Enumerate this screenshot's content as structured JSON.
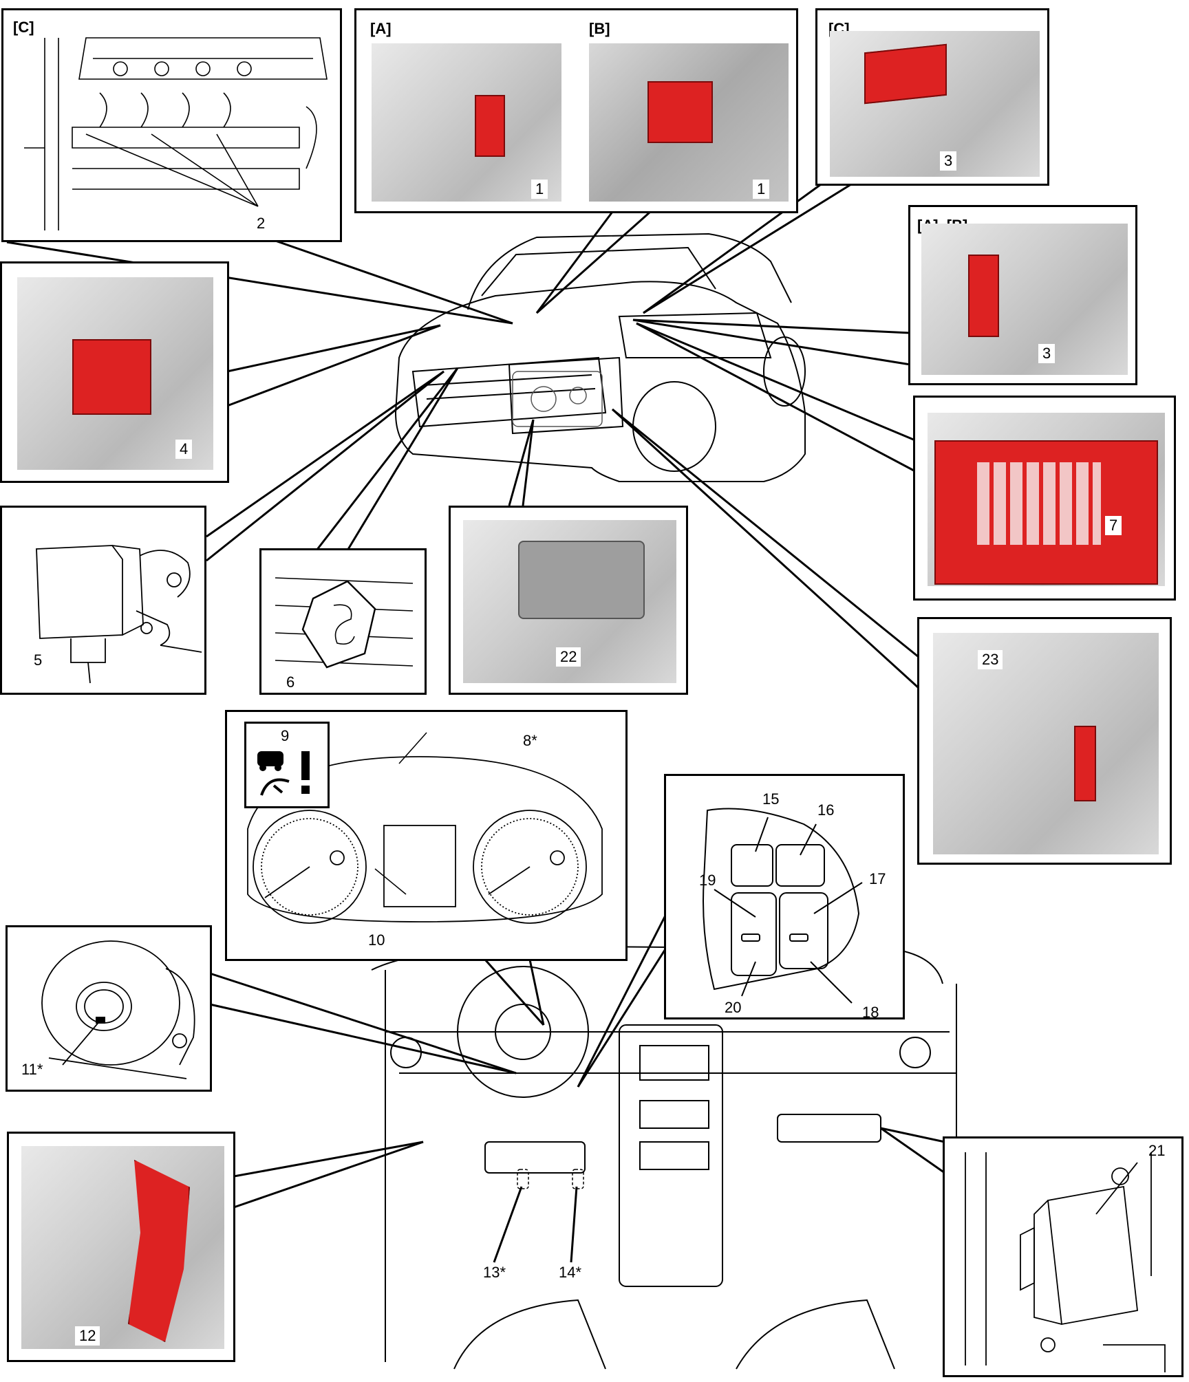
{
  "panel_tags": {
    "c_top_left": "[C]",
    "a_top": "[A]",
    "b_top": "[B]",
    "c_top_right": "[C]",
    "ab_right": "[A], [B]"
  },
  "callouts": {
    "n1": "1",
    "n1b": "1",
    "n2": "2",
    "n3": "3",
    "n3b": "3",
    "n4": "4",
    "n5": "5",
    "n6": "6",
    "n7": "7",
    "n8": "8*",
    "n9": "9",
    "n10": "10",
    "n11": "11*",
    "n12": "12",
    "n13": "13*",
    "n14": "14*",
    "n15": "15",
    "n16": "16",
    "n17": "17",
    "n18": "18",
    "n19": "19",
    "n20": "20",
    "n21": "21",
    "n22": "22",
    "n23": "23"
  },
  "colors": {
    "highlight_red": "#d22222",
    "line": "#000000"
  }
}
